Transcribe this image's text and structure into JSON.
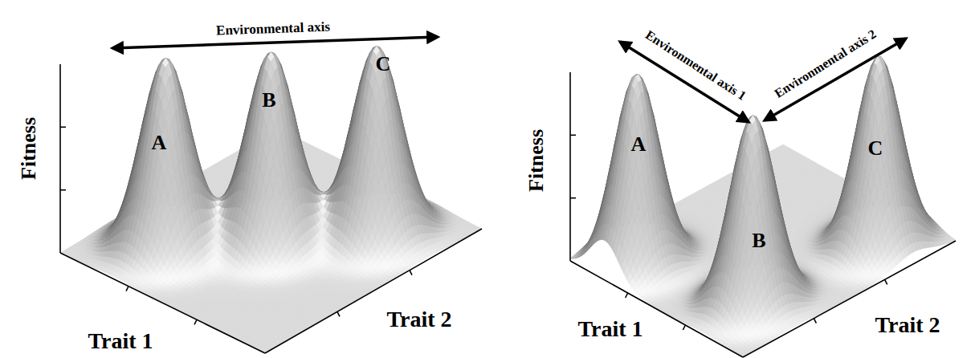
{
  "diagram": {
    "labels": [
      "Environmental axis",
      "A",
      "B",
      "C",
      "Fitness",
      "Trait 1",
      "Trait 2",
      "Environmental axis 1",
      "Environmental axis 2",
      "A",
      "B",
      "C",
      "Fitness",
      "Trait 1",
      "Trait 2"
    ]
  }
}
